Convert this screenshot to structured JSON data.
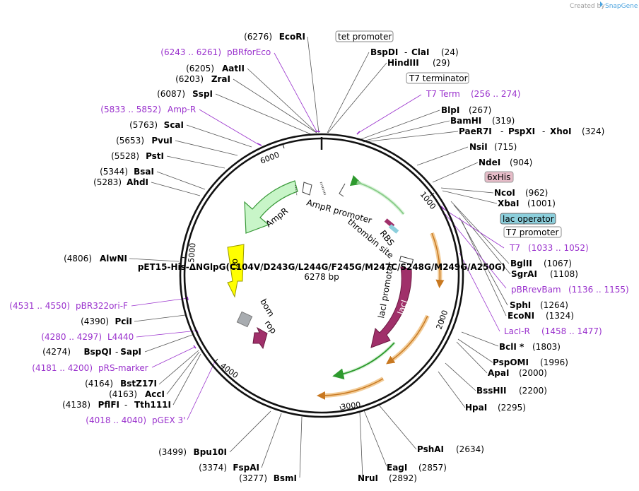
{
  "watermark": {
    "created_by": "Created by",
    "brand": "SnapGene"
  },
  "plasmid": {
    "name": "pET15-His-ΔNGlpG(C104V/D243G/L244G/F245G/M247C/S248G/M249G/A250G)",
    "size": "6278 bp"
  },
  "ring_ticks": [
    "1000",
    "2000",
    "3000",
    "4000",
    "5000",
    "6000"
  ],
  "enzymes_left": [
    {
      "pos": "(6276)",
      "name": "EcoRI"
    },
    {
      "pos": "(6205)",
      "name": "AatII"
    },
    {
      "pos": "(6203)",
      "name": "ZraI"
    },
    {
      "pos": "(6087)",
      "name": "SspI"
    },
    {
      "pos": "(5763)",
      "name": "ScaI"
    },
    {
      "pos": "(5653)",
      "name": "PvuI"
    },
    {
      "pos": "(5528)",
      "name": "PstI"
    },
    {
      "pos": "(5344)",
      "name": "BsaI"
    },
    {
      "pos": "(5283)",
      "name": "AhdI"
    },
    {
      "pos": "(4806)",
      "name": "AlwNI"
    },
    {
      "pos": "(4390)",
      "name": "PciI"
    },
    {
      "pos": "(4274)",
      "name": "BspQI",
      "name2": "SapI"
    },
    {
      "pos": "(4164)",
      "name": "BstZ17I"
    },
    {
      "pos": "(4163)",
      "name": "AccI"
    },
    {
      "pos": "(4138)",
      "name": "PflFI",
      "name2": "Tth111I"
    },
    {
      "pos": "(3499)",
      "name": "Bpu10I"
    },
    {
      "pos": "(3374)",
      "name": "FspAI"
    },
    {
      "pos": "(3277)",
      "name": "BsmI"
    }
  ],
  "enzymes_right": [
    {
      "name": "BspDI",
      "name2": "ClaI",
      "pos": "(24)"
    },
    {
      "name": "HindIII",
      "pos": "(29)"
    },
    {
      "name": "BlpI",
      "pos": "(267)"
    },
    {
      "name": "BamHI",
      "pos": "(319)"
    },
    {
      "name": "PaeR7I",
      "name2": "PspXI",
      "name3": "XhoI",
      "pos": "(324)"
    },
    {
      "name": "NsiI",
      "pos": "(715)"
    },
    {
      "name": "NdeI",
      "pos": "(904)"
    },
    {
      "name": "NcoI",
      "pos": "(962)"
    },
    {
      "name": "XbaI",
      "pos": "(1001)"
    },
    {
      "name": "BglII",
      "pos": "(1067)"
    },
    {
      "name": "SgrAI",
      "pos": "(1108)"
    },
    {
      "name": "SphI",
      "pos": "(1264)"
    },
    {
      "name": "EcoNI",
      "pos": "(1324)"
    },
    {
      "name": "BclI *",
      "pos": "(1803)"
    },
    {
      "name": "PspOMI",
      "pos": "(1996)"
    },
    {
      "name": "ApaI",
      "pos": "(2000)"
    },
    {
      "name": "BssHII",
      "pos": "(2200)"
    },
    {
      "name": "HpaI",
      "pos": "(2295)"
    },
    {
      "name": "PshAI",
      "pos": "(2634)"
    },
    {
      "name": "EagI",
      "pos": "(2857)"
    },
    {
      "name": "NruI",
      "pos": "(2892)"
    }
  ],
  "primers": [
    {
      "range": "(6243 .. 6261)",
      "name": "pBRforEco"
    },
    {
      "range": "(5833 .. 5852)",
      "name": "Amp-R"
    },
    {
      "name": "T7 Term",
      "range": "(256 .. 274)"
    },
    {
      "name": "T7",
      "range": "(1033 .. 1052)"
    },
    {
      "name": "pBRrevBam",
      "range": "(1136 .. 1155)"
    },
    {
      "name": "LacI-R",
      "range": "(1458 .. 1477)"
    },
    {
      "range": "(4531 .. 4550)",
      "name": "pBR322ori-F"
    },
    {
      "range": "(4280 .. 4297)",
      "name": "L4440"
    },
    {
      "range": "(4181 .. 4200)",
      "name": "pRS-marker"
    },
    {
      "range": "(4018 .. 4040)",
      "name": "pGEX 3'"
    }
  ],
  "boxed_features": [
    "tet promoter",
    "T7 terminator",
    "6xHis",
    "lac operator",
    "T7 promoter"
  ],
  "inner_features": [
    "AmpR",
    "AmpR promoter",
    "RBS",
    "thrombin site",
    "lacI promoter",
    "lacI",
    "ori",
    "bom",
    "rop"
  ],
  "colors": {
    "primer": "#9a32cd",
    "ampr_fill": "#c8f5c8",
    "ampr_stroke": "#3a9a3a",
    "laci": "#a0306a",
    "ori": "#ffff00",
    "rop": "#a0306a",
    "bom": "#a8acb0",
    "orange": "#e8a040",
    "green_arc": "#2e9a2e",
    "his_box": "#e6bcc8",
    "lacop_box": "#8ccfdc"
  }
}
